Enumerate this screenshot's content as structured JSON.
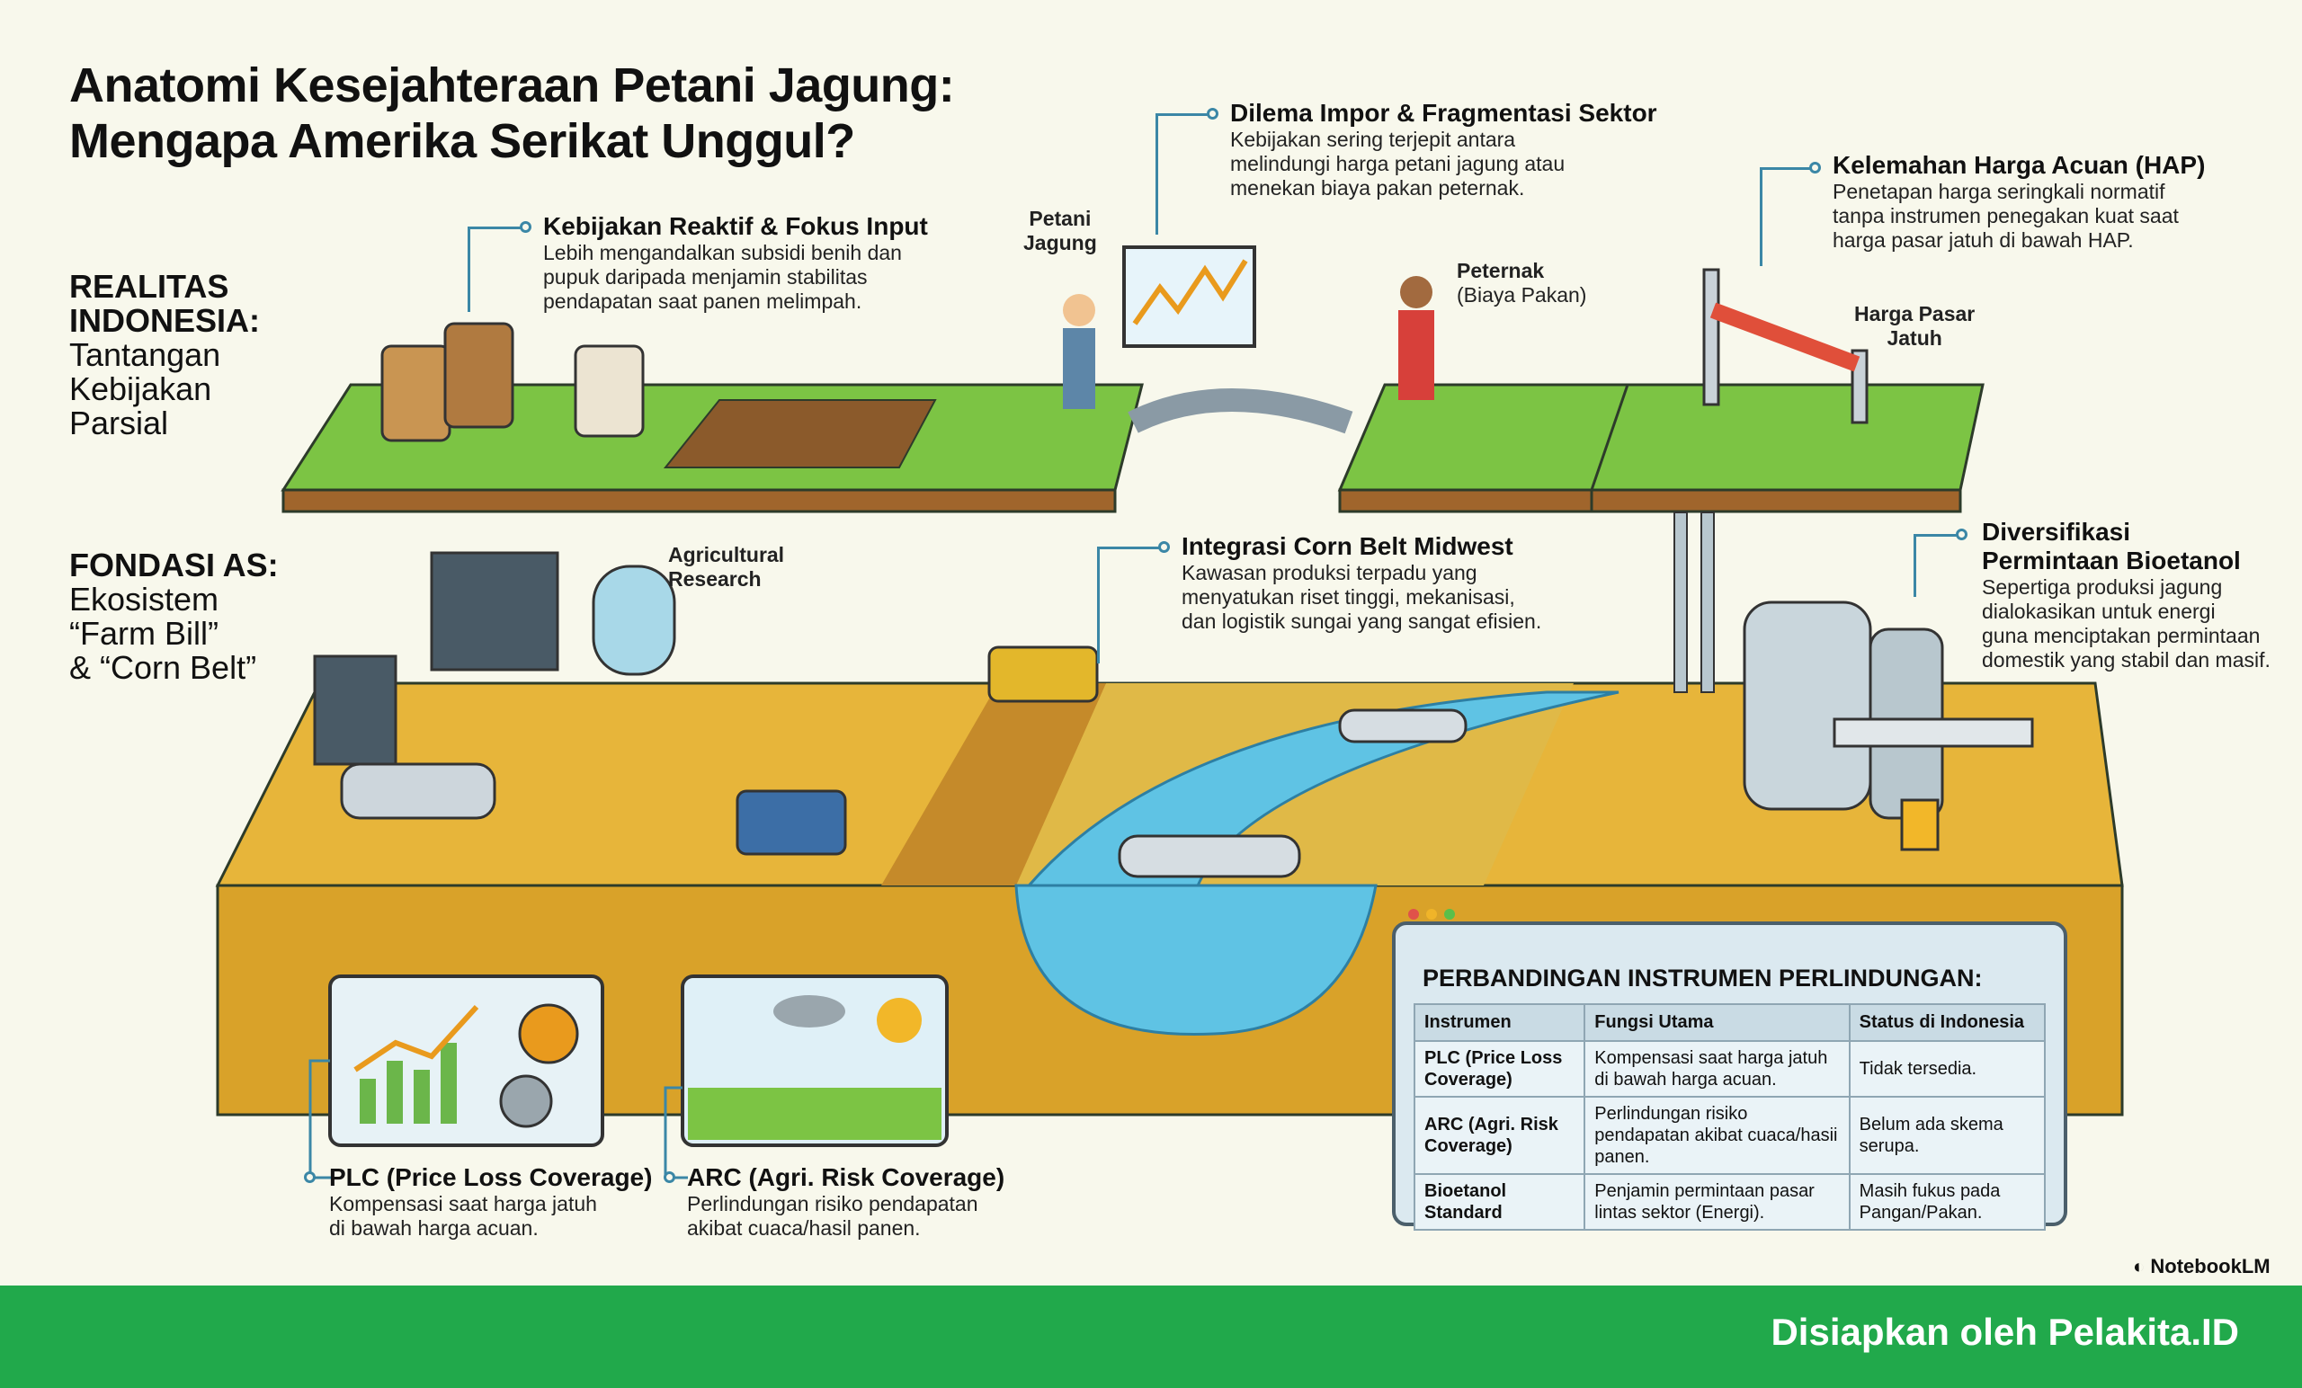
{
  "title": {
    "line1": "Anatomi Kesejahteraan Petani Jagung:",
    "line2": "Mengapa Amerika Serikat Unggul?"
  },
  "sections": {
    "indonesia": {
      "heading1": "REALITAS",
      "heading2": "INDONESIA:",
      "sub": [
        "Tantangan",
        "Kebijakan",
        "Parsial"
      ]
    },
    "us": {
      "heading": "FONDASI AS:",
      "sub": [
        "Ekosistem",
        "“Farm Bill”",
        "& “Corn Belt”"
      ]
    }
  },
  "callouts": {
    "reaktif": {
      "title": "Kebijakan Reaktif & Fokus Input",
      "body": [
        "Lebih mengandalkan subsidi benih dan",
        "pupuk daripada menjamin stabilitas",
        "pendapatan saat panen melimpah."
      ]
    },
    "dilema": {
      "title": "Dilema Impor & Fragmentasi Sektor",
      "body": [
        "Kebijakan sering terjepit antara",
        "melindungi harga petani jagung atau",
        "menekan biaya pakan peternak."
      ]
    },
    "hap": {
      "title": "Kelemahan Harga Acuan (HAP)",
      "body": [
        "Penetapan harga seringkali normatif",
        "tanpa instrumen penegakan kuat saat",
        "harga pasar jatuh di bawah HAP."
      ]
    },
    "cornbelt": {
      "title": "Integrasi Corn Belt Midwest",
      "body": [
        "Kawasan produksi terpadu yang",
        "menyatukan riset tinggi, mekanisasi,",
        "dan logistik sungai yang sangat efisien."
      ]
    },
    "bioetanol": {
      "title1": "Diversifikasi",
      "title2": "Permintaan Bioetanol",
      "body": [
        "Sepertiga produksi jagung",
        "dialokasikan untuk energi",
        "guna menciptakan permintaan",
        "domestik yang stabil dan masif."
      ]
    },
    "plc": {
      "title": "PLC (Price Loss Coverage)",
      "body": [
        "Kompensasi saat harga jatuh",
        "di bawah harga acuan."
      ]
    },
    "arc": {
      "title": "ARC (Agri. Risk Coverage)",
      "body": [
        "Perlindungan risiko pendapatan",
        "akibat cuaca/hasil panen."
      ]
    }
  },
  "labels": {
    "petani": [
      "Petani",
      "Jagung"
    ],
    "peternak": [
      "Peternak",
      "(Biaya Pakan)"
    ],
    "harga_pasar": [
      "Harga Pasar",
      "Jatuh"
    ],
    "research": [
      "Agricultural",
      "Research"
    ]
  },
  "table": {
    "title": "PERBANDINGAN INSTRUMEN PERLINDUNGAN:",
    "headers": [
      "Instrumen",
      "Fungsi Utama",
      "Status di Indonesia"
    ],
    "rows": [
      [
        "PLC (Price Loss Coverage)",
        "Kompensasi saat harga jatuh di bawah harga acuan.",
        "Tidak tersedia."
      ],
      [
        "ARC (Agri. Risk Coverage)",
        "Perlindungan risiko pendapatan akibat cuaca/hasii panen.",
        "Belum ada skema serupa."
      ],
      [
        "Bioetanol Standard",
        "Penjamin permintaan pasar lintas sektor (Energi).",
        "Masih fukus pada Pangan/Pakan."
      ]
    ]
  },
  "watermark": "NotebookLM",
  "footer": "Disiapkan oleh Pelakita.ID",
  "colors": {
    "footer": "#21a94b",
    "grass": "#7cc444",
    "soil": "#d9a229",
    "water": "#5fc3e4",
    "line": "#3b87a6"
  }
}
